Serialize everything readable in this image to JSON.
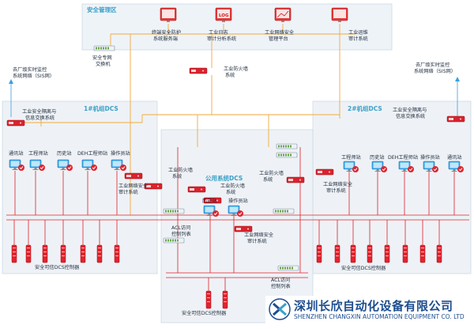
{
  "zones": {
    "security_zone": "安全管理区",
    "unit1": "1#机组DCS",
    "unit2": "2#机组DCS",
    "common": "公用系统DCS"
  },
  "top_servers": [
    [
      "终端安全防护",
      "系统服务端"
    ],
    [
      "工业日志",
      "审计分析系统"
    ],
    [
      "工业网络安全",
      "管理平台"
    ],
    [
      "工业运维",
      "审计系统"
    ]
  ],
  "log_badge": "LOG",
  "switch_label": [
    "安全专网",
    "交换机"
  ],
  "firewall_label": [
    "工业防火墙",
    "系统"
  ],
  "sis_left": [
    "去厂级实时监控",
    "系统网络（SIS网）"
  ],
  "sis_right": [
    "去厂级实时监控",
    "系统网络（SIS网）"
  ],
  "isolation_left": [
    "工业安全隔离与",
    "信息交换系统"
  ],
  "isolation_right": [
    "工业安全隔离与",
    "信息交换系统"
  ],
  "left_stations": [
    "通讯站",
    "工程师站",
    "历史站",
    "DEH工程师站",
    "操作员站"
  ],
  "right_stations": [
    "工程师站",
    "历史站",
    "DEH工程师站",
    "操作员站",
    "通讯站"
  ],
  "left_fw": [
    "工业防火墙",
    "系统"
  ],
  "right_fw": [
    "工业防火墙",
    "系统"
  ],
  "left_audit": [
    "工业网络安全",
    "审计系统"
  ],
  "right_audit": [
    "工业网络安全",
    "审计系统"
  ],
  "common_fw": [
    "工业防火墙",
    "系统"
  ],
  "common_hist": "历史站",
  "common_op": "操作员站",
  "acl1": [
    "ACL访问",
    "控制列表"
  ],
  "acl2": [
    "ACL访问",
    "控制列表"
  ],
  "common_audit": [
    "工业网络安全",
    "审计系统"
  ],
  "controller_left": "安全可信DCS控制器",
  "controller_right": "安全可信DCS控制器",
  "controller_common": "安全可信DCS控制器",
  "brand": {
    "cn": "深圳长欣自动化设备有限公司",
    "en": "SHENZHEN CHANGXIN AUTOMATION EQUIPMENT CO. LTD"
  },
  "colors": {
    "orange_line": "#f2a93b",
    "red_line": "#e0202a",
    "blue_line": "#3a9fe0",
    "zone_bg": "#eef3f8",
    "brand_blue": "#1d4d8f"
  }
}
